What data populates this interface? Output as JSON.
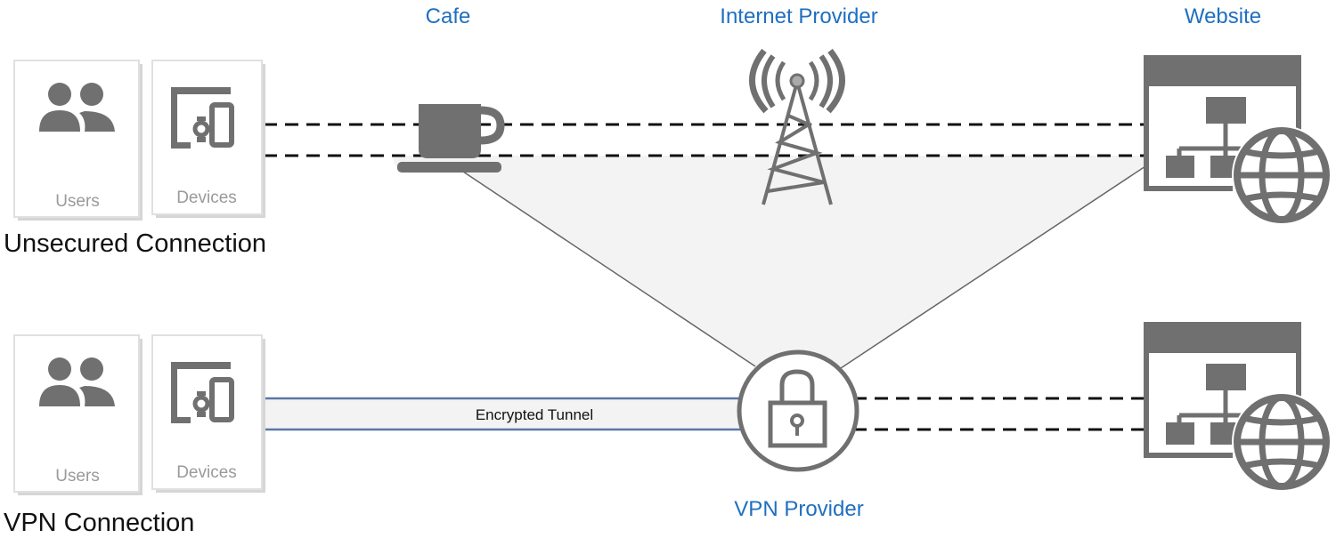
{
  "labels": {
    "cafe": "Cafe",
    "internet_provider": "Internet Provider",
    "website": "Website",
    "vpn_provider": "VPN Provider",
    "encrypted_tunnel": "Encrypted Tunnel"
  },
  "rows": [
    {
      "title": "Unsecured Connection",
      "cards": [
        {
          "label": "Users",
          "icon": "users-icon"
        },
        {
          "label": "Devices",
          "icon": "devices-icon"
        }
      ]
    },
    {
      "title": "VPN Connection",
      "cards": [
        {
          "label": "Users",
          "icon": "users-icon"
        },
        {
          "label": "Devices",
          "icon": "devices-icon"
        }
      ]
    }
  ],
  "colors": {
    "label_blue": "#1f6fc0",
    "icon_gray": "#707070",
    "tunnel_line": "#5b76a8",
    "fill_light": "#f3f3f3"
  }
}
